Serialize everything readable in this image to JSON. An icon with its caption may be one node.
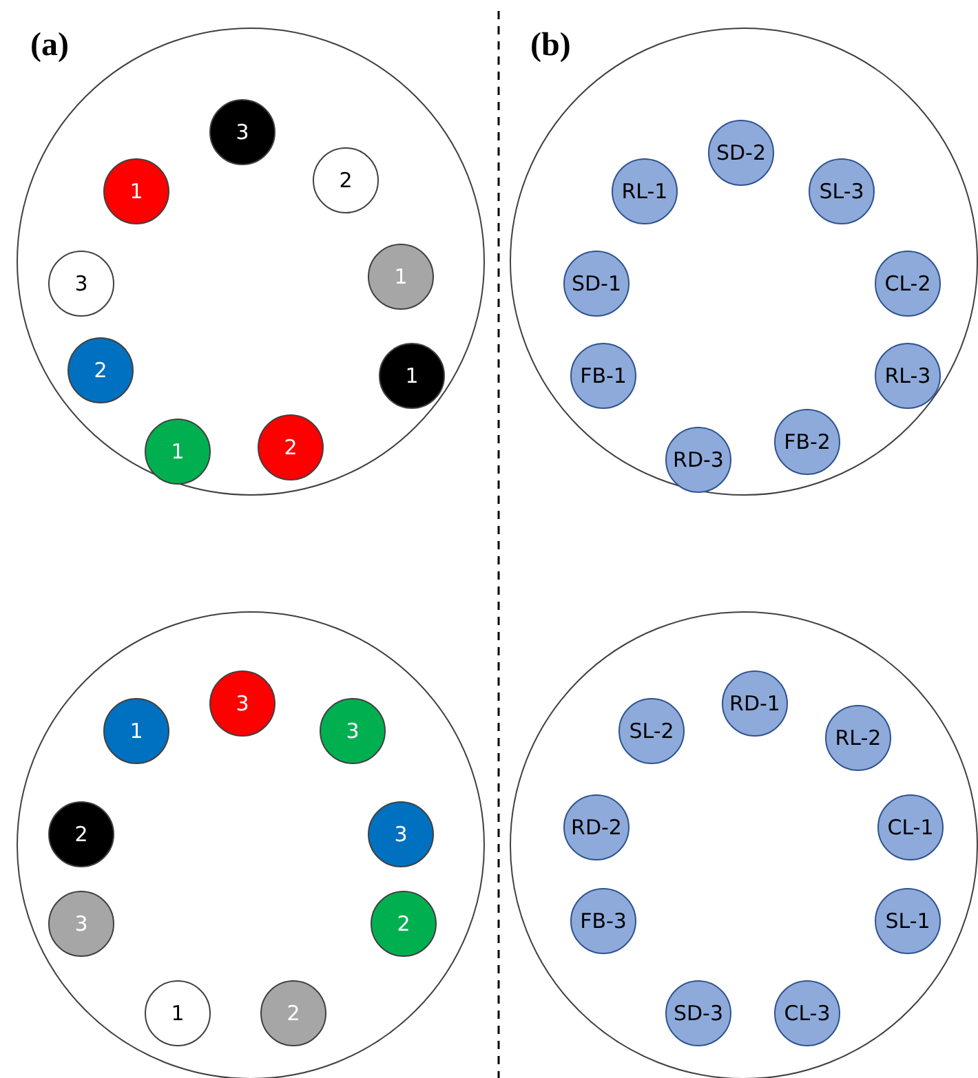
{
  "diagram": {
    "nodes": [
      {
        "text": [],
        "shape": "circle"
      },
      {
        "text": [
          "3"
        ],
        "in": 0
      },
      {
        "text": [
          "1"
        ],
        "in": 0
      },
      {
        "text": [
          "2"
        ],
        "in": 0
      },
      {
        "text": [
          "3"
        ],
        "in": 0
      },
      {
        "text": [
          "1"
        ],
        "in": 0
      },
      {
        "text": [
          "2"
        ],
        "in": 0
      },
      {
        "text": [
          "1"
        ],
        "in": 0
      },
      {
        "text": [
          "1"
        ],
        "in": 0
      },
      {
        "text": [
          "2"
        ],
        "in": 0
      },
      {
        "text": [],
        "shape": "circle"
      },
      {
        "text": [
          "SD-2"
        ],
        "in": 10
      },
      {
        "text": [
          "RL-1"
        ],
        "in": 10
      },
      {
        "text": [
          "SL-3"
        ],
        "in": 10
      },
      {
        "text": [
          "SD-1"
        ],
        "in": 10
      },
      {
        "text": [
          "CL-2"
        ],
        "in": 10
      },
      {
        "text": [
          "FB-1"
        ],
        "in": 10
      },
      {
        "text": [
          "RL-3"
        ],
        "in": 10
      },
      {
        "text": [
          "FB-2"
        ],
        "in": 10
      },
      {
        "text": [
          "RD-3"
        ],
        "in": 10
      },
      {
        "text": [],
        "shape": "circle"
      },
      {
        "text": [
          "3"
        ],
        "in": 20
      },
      {
        "text": [
          "1"
        ],
        "in": 20
      },
      {
        "text": [
          "3"
        ],
        "in": 20
      },
      {
        "text": [
          "2"
        ],
        "in": 20
      },
      {
        "text": [
          "3"
        ],
        "in": 20
      },
      {
        "text": [
          "3"
        ],
        "in": 20
      },
      {
        "text": [
          "2"
        ],
        "in": 20
      },
      {
        "text": [
          "1"
        ],
        "in": 20
      },
      {
        "text": [
          "2"
        ],
        "in": 20
      },
      {
        "text": [],
        "shape": "circle"
      },
      {
        "text": [
          "RD-1"
        ],
        "in": 30
      },
      {
        "text": [
          "SL-2"
        ],
        "in": 30
      },
      {
        "text": [
          "RL-2"
        ],
        "in": 30
      },
      {
        "text": [
          "RD-2"
        ],
        "in": 30
      },
      {
        "text": [
          "CL-1"
        ],
        "in": 30
      },
      {
        "text": [
          "FB-3"
        ],
        "in": 30
      },
      {
        "text": [
          "SL-1"
        ],
        "in": 30
      },
      {
        "text": [
          "SD-3"
        ],
        "in": 30
      },
      {
        "text": [
          "CL-3"
        ],
        "in": 30
      }
    ],
    "labels": [
      "(a)",
      "(b)"
    ]
  }
}
